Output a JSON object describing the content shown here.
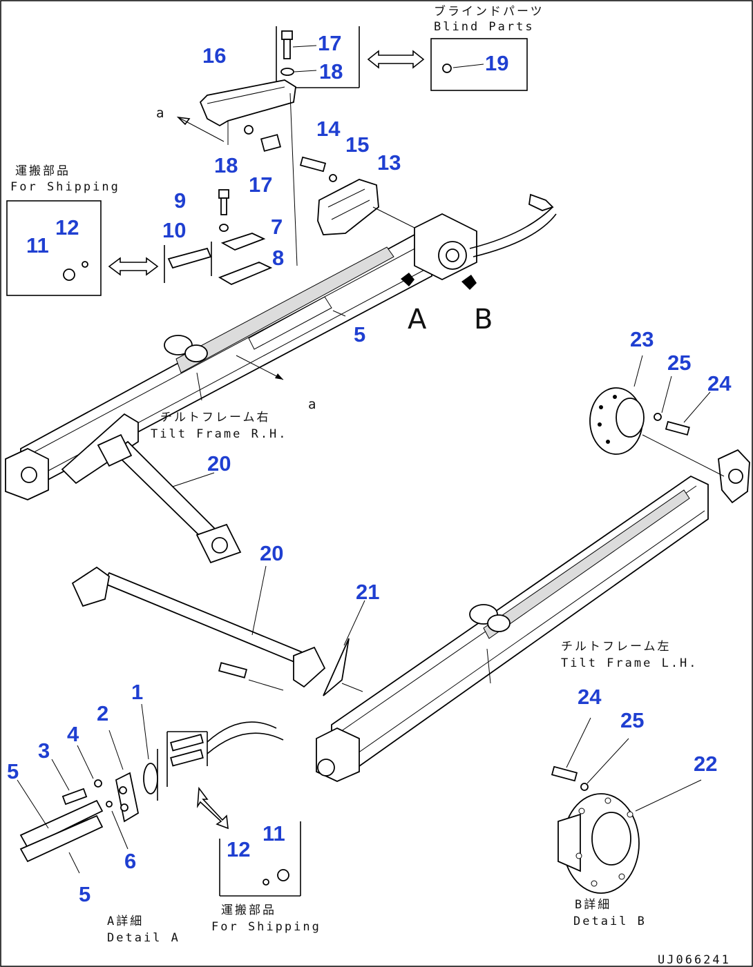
{
  "callouts": [
    {
      "text": "16"
    },
    {
      "text": "17"
    },
    {
      "text": "18"
    },
    {
      "text": "19"
    },
    {
      "text": "18"
    },
    {
      "text": "17"
    },
    {
      "text": "14"
    },
    {
      "text": "15"
    },
    {
      "text": "13"
    },
    {
      "text": "9"
    },
    {
      "text": "10"
    },
    {
      "text": "7"
    },
    {
      "text": "8"
    },
    {
      "text": "12"
    },
    {
      "text": "11"
    },
    {
      "text": "5"
    },
    {
      "text": "23"
    },
    {
      "text": "25"
    },
    {
      "text": "24"
    },
    {
      "text": "20"
    },
    {
      "text": "20"
    },
    {
      "text": "21"
    },
    {
      "text": "1"
    },
    {
      "text": "2"
    },
    {
      "text": "4"
    },
    {
      "text": "3"
    },
    {
      "text": "5"
    },
    {
      "text": "6"
    },
    {
      "text": "5"
    },
    {
      "text": "12"
    },
    {
      "text": "11"
    },
    {
      "text": "24"
    },
    {
      "text": "25"
    },
    {
      "text": "22"
    }
  ],
  "captions": {
    "blind_jp": "ブラインドパーツ",
    "blind_en": "Blind Parts",
    "ship1_jp": "運搬部品",
    "ship1_en": "For Shipping",
    "tilt_rh_jp": "チルトフレーム右",
    "tilt_rh_en": "Tilt Frame R.H.",
    "tilt_lh_jp": "チルトフレーム左",
    "tilt_lh_en": "Tilt Frame L.H.",
    "detail_a_jp": "A詳細",
    "detail_a_en": "Detail A",
    "ship2_jp": "運搬部品",
    "ship2_en": "For Shipping",
    "detail_b_jp": "B詳細",
    "detail_b_en": "Detail B",
    "view_a": "A",
    "view_b": "B",
    "ref_a1": "a",
    "ref_a2": "a",
    "drawing_code": "UJ066241"
  }
}
